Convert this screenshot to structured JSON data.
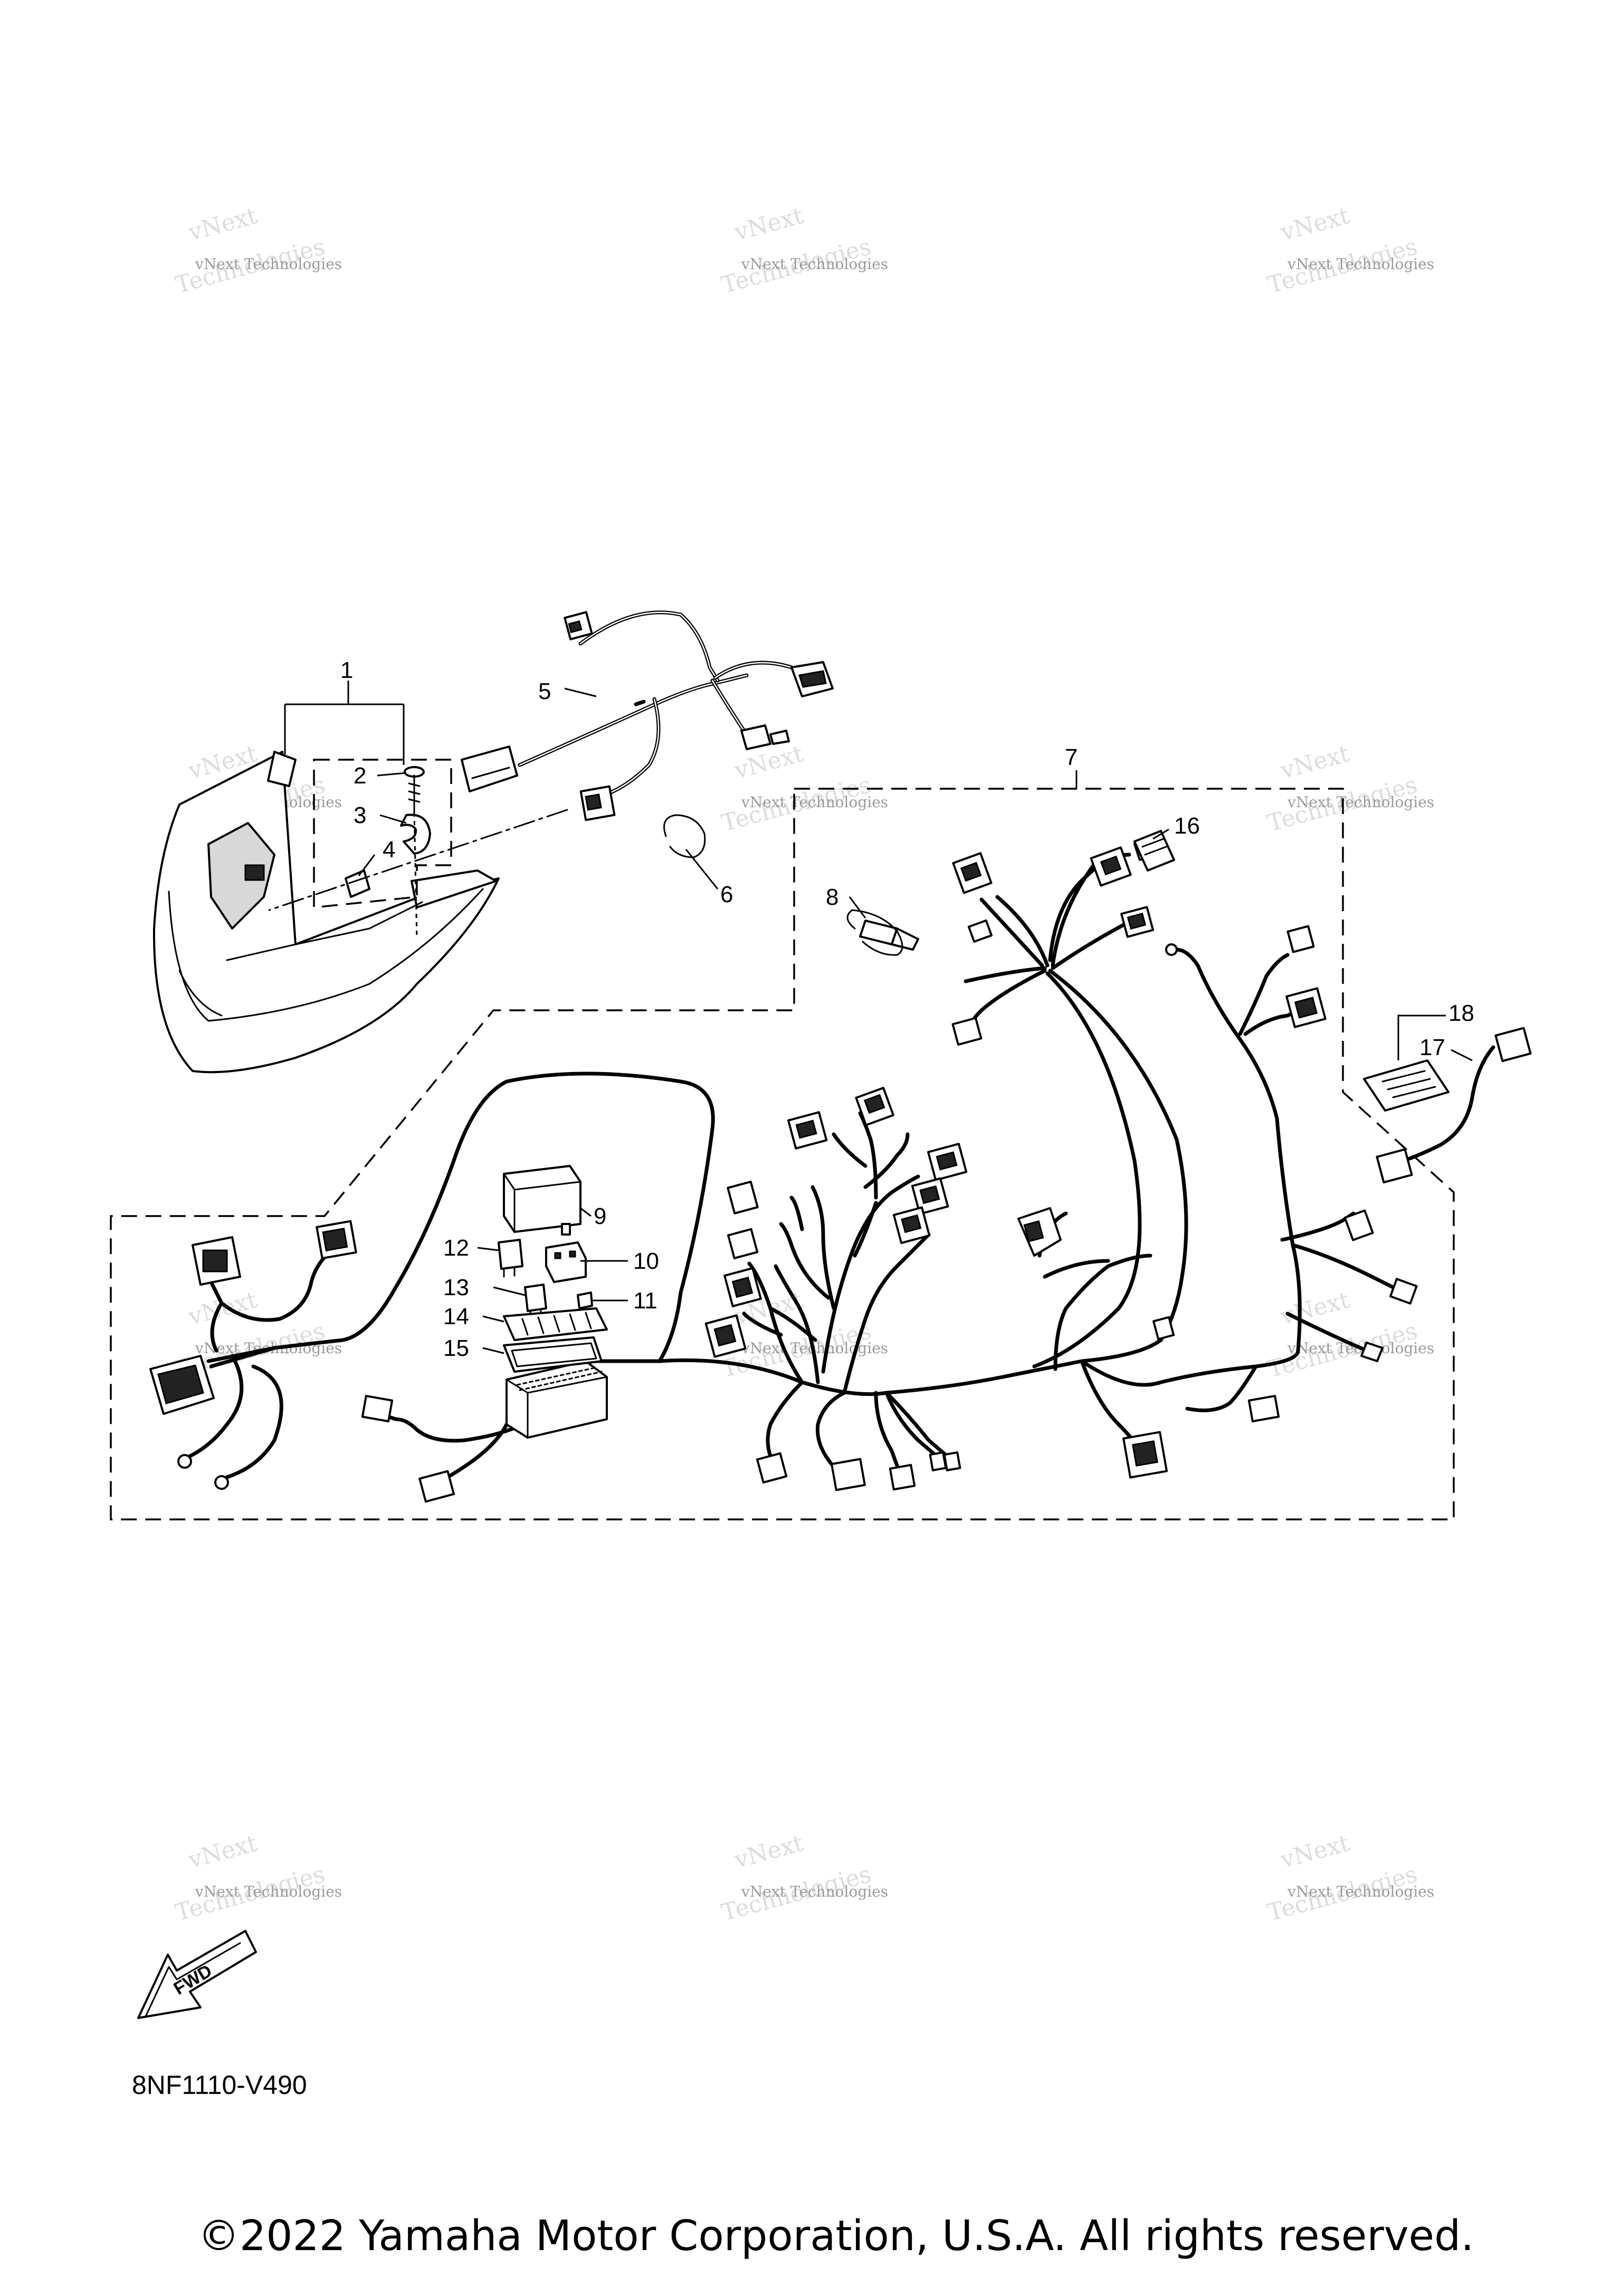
{
  "watermark": {
    "line1": "vNext Technologies",
    "line2": "Technologies",
    "line3": "vNext"
  },
  "callouts": [
    "1",
    "2",
    "3",
    "4",
    "5",
    "6",
    "7",
    "8",
    "9",
    "10",
    "11",
    "12",
    "13",
    "14",
    "15",
    "16",
    "17",
    "18"
  ],
  "fwd_label": "FWD",
  "diagram_code": "8NF1110-V490",
  "copyright": "©2022 Yamaha Motor Corporation, U.S.A. All rights reserved.",
  "colors": {
    "ink": "#000000",
    "background": "#ffffff",
    "watermark": "#9a9a9a"
  },
  "icons": [
    "fwd-arrow-icon",
    "connector-icon",
    "fuse-box-icon",
    "relay-icon",
    "headlight-icon"
  ]
}
